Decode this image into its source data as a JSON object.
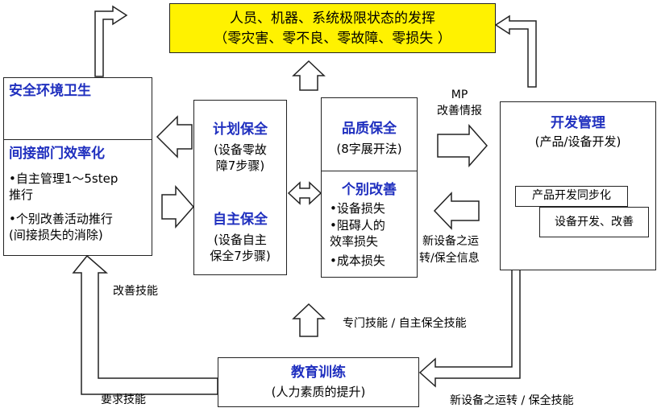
{
  "goal": {
    "line1": "人员、机器、系统极限状态的发挥",
    "line2": "（零灾害、零不良、零故障、零损失 ）"
  },
  "safety": {
    "title": "安全环境卫生",
    "indirect_title": "间接部门效率化",
    "item1_a": "•自主管理1～5step",
    "item1_b": "推行",
    "item2_a": "•个别改善活动推行",
    "item2_b": "(间接损失的消除)"
  },
  "plan": {
    "title": "计划保全",
    "sub_a": "(设备零故",
    "sub_b": "障7步骤)",
    "auto_title": "自主保全",
    "auto_a": "(设备自主",
    "auto_b": "保全7步骤)"
  },
  "quality": {
    "title": "品质保全",
    "sub": "(8字展开法)",
    "improve_title": "个别改善",
    "item1": "•设备损失",
    "item2_a": "•阻碍人的",
    "item2_b": "效率损失",
    "item3": "•成本损失"
  },
  "dev": {
    "title": "开发管理",
    "sub": "(产品/设备开发)",
    "sync": "产品开发同步化",
    "equip": "设备开发、改善"
  },
  "edu": {
    "title": "教育训练",
    "sub": "(人力素质的提升)"
  },
  "labels": {
    "mp": "MP",
    "mp_sub": "改善情报",
    "new_equip_a": "新设备之运",
    "new_equip_b": "转/保全信息",
    "kaizen_skill": "改善技能",
    "require_skill": "要求技能",
    "special_skill": "专门技能 / 自主保全技能",
    "new_equip_skill": "新设备之运转 / 保全技能"
  },
  "colors": {
    "goal_bg": "#fff200",
    "title_blue": "#1f2fbf"
  }
}
